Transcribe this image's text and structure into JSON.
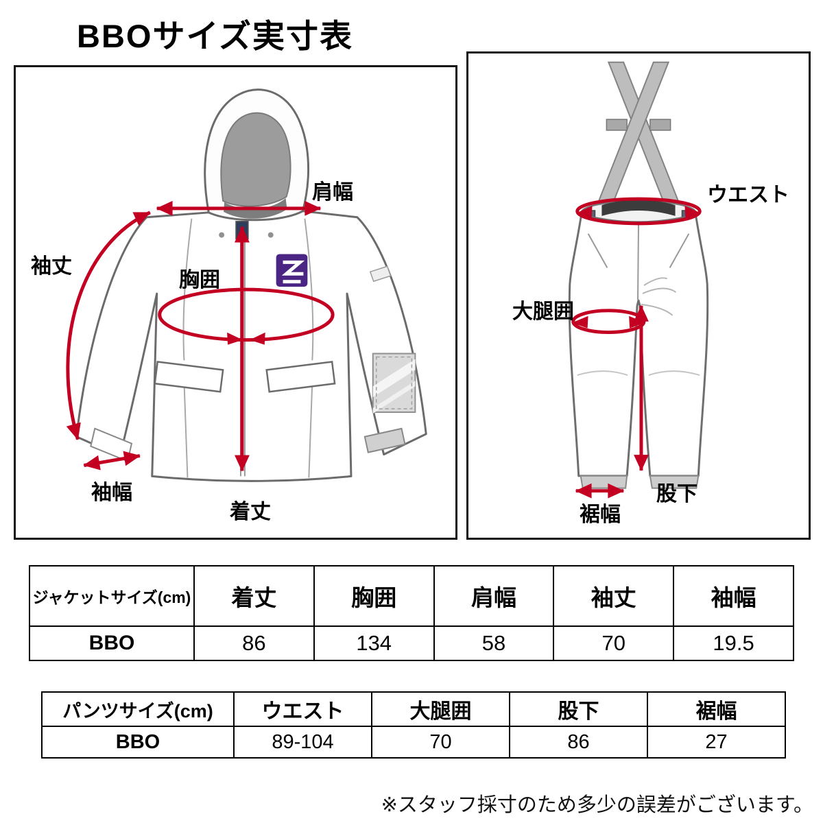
{
  "title": "BBOサイズ実寸表",
  "note": "※スタッフ採寸のため多少の誤差がございます。",
  "jacket_diagram": {
    "labels": {
      "shoulder_width": "肩幅",
      "sleeve_length": "袖丈",
      "chest": "胸囲",
      "body_length": "着丈",
      "sleeve_width": "袖幅"
    }
  },
  "pants_diagram": {
    "labels": {
      "waist": "ウエスト",
      "thigh": "大腿囲",
      "inseam": "股下",
      "hem_width": "裾幅"
    }
  },
  "jacket_table": {
    "headers": [
      "ジャケットサイズ(cm)",
      "着丈",
      "胸囲",
      "肩幅",
      "袖丈",
      "袖幅"
    ],
    "row": [
      "BBO",
      "86",
      "134",
      "58",
      "70",
      "19.5"
    ]
  },
  "pants_table": {
    "headers": [
      "パンツサイズ(cm)",
      "ウエスト",
      "大腿囲",
      "股下",
      "裾幅"
    ],
    "row": [
      "BBO",
      "89-104",
      "70",
      "86",
      "27"
    ]
  },
  "colors": {
    "arrow_red": "#c30022",
    "garment_outline": "#6b6b6b",
    "logo_purple": "#4b2583"
  }
}
